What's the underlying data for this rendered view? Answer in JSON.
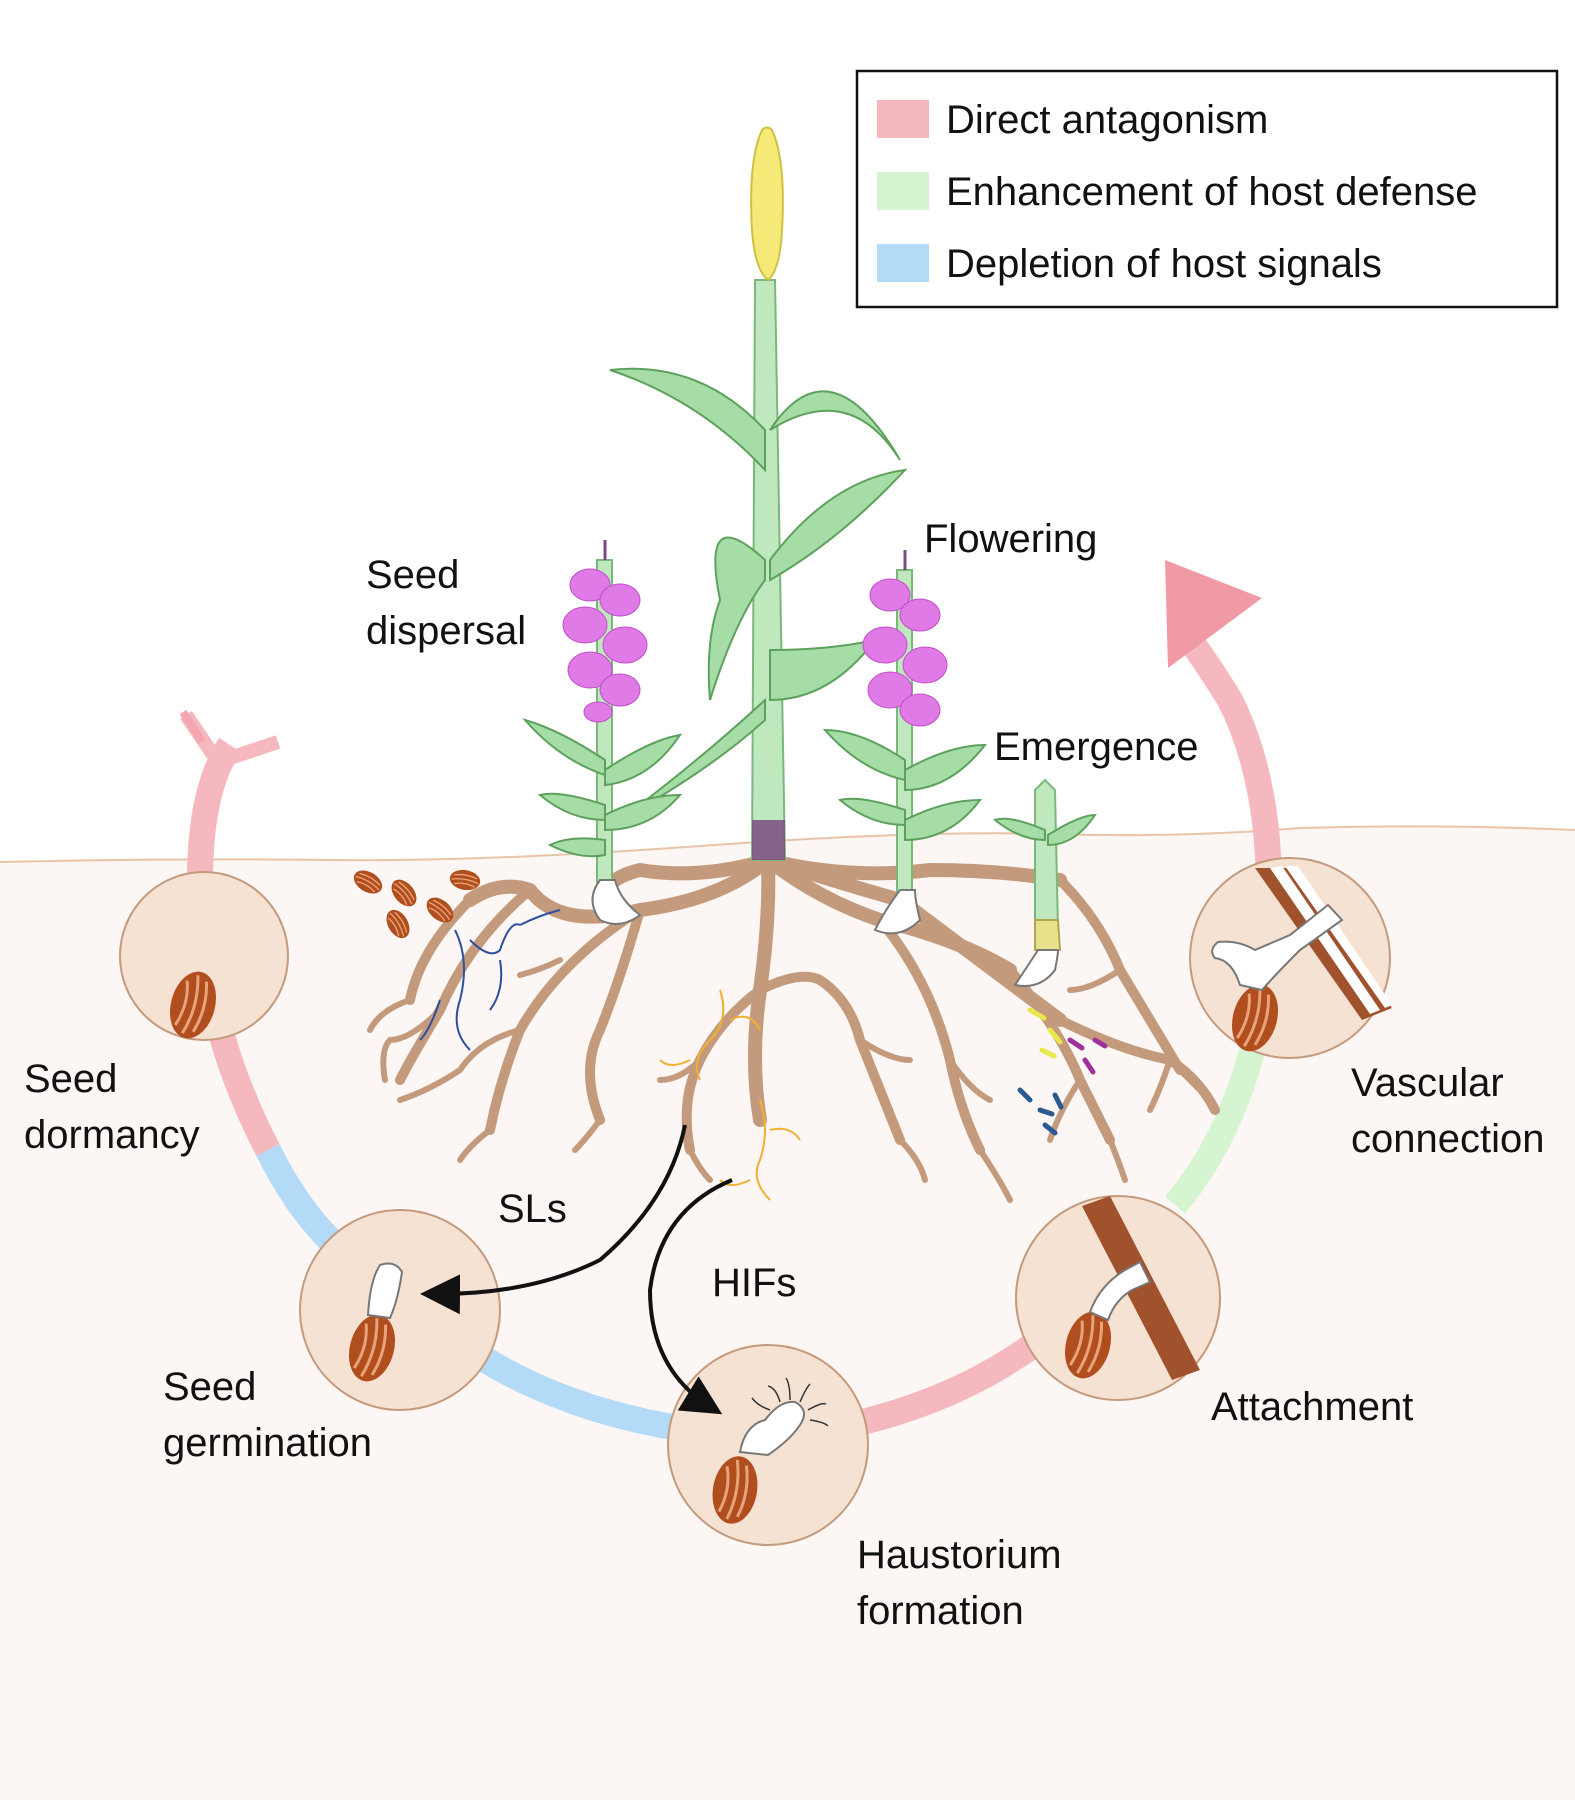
{
  "legend": {
    "items": [
      {
        "label": "Direct antagonism",
        "color": "#f5b8bf"
      },
      {
        "label": "Enhancement of host defense",
        "color": "#d4f5d0"
      },
      {
        "label": "Depletion of host signals",
        "color": "#b3daf7"
      }
    ]
  },
  "stages": {
    "flowering": "Flowering",
    "seed_dispersal_1": "Seed",
    "seed_dispersal_2": "dispersal",
    "emergence": "Emergence",
    "seed_dormancy_1": "Seed",
    "seed_dormancy_2": "dormancy",
    "seed_germination_1": "Seed",
    "seed_germination_2": "germination",
    "haustorium_1": "Haustorium",
    "haustorium_2": "formation",
    "attachment": "Attachment",
    "vascular_1": "Vascular",
    "vascular_2": "connection"
  },
  "signals": {
    "sls": "SLs",
    "hifs": "HIFs"
  },
  "colors": {
    "soil": "#fcf6f4",
    "root": "#c49a7c",
    "circle_fill": "#f6e2d3",
    "seed": "#b04e1d",
    "host_root": "#a0522d",
    "stem": "#bfe8bf",
    "leaf": "#a6dca6",
    "flower": "#e07ae6",
    "spike": "#f5ea78"
  }
}
